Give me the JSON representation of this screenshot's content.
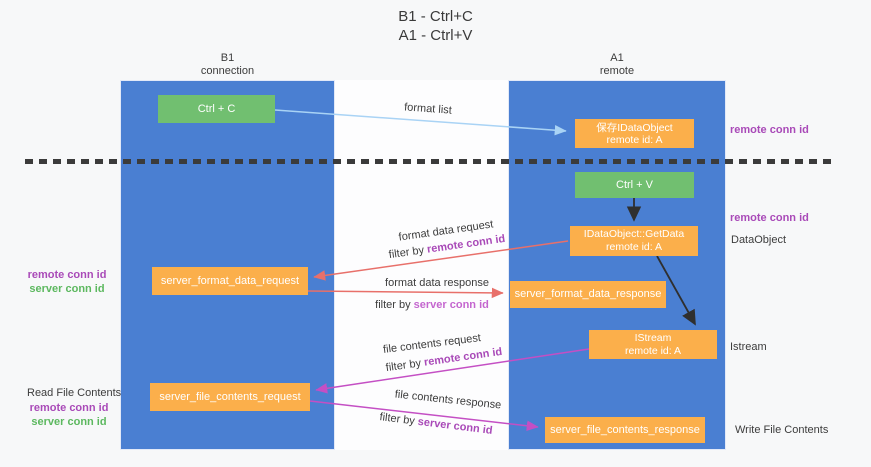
{
  "title": {
    "line1": "B1 - Ctrl+C",
    "line2": "A1 - Ctrl+V"
  },
  "lanes": {
    "b1": {
      "name": "B1",
      "subtitle": "connection"
    },
    "a1": {
      "name": "A1",
      "subtitle": "remote"
    }
  },
  "nodes": {
    "ctrl_c": "Ctrl + C",
    "ctrl_v": "Ctrl + V",
    "save_idataobject": {
      "line1": "保存IDataObject",
      "line2": "remote id: A"
    },
    "getdata": {
      "line1": "IDataObject::GetData",
      "line2": "remote id: A"
    },
    "istream": {
      "line1": "IStream",
      "line2": "remote id: A"
    },
    "server_format_data_request": "server_format_data_request",
    "server_format_data_response": "server_format_data_response",
    "server_file_contents_request": "server_file_contents_request",
    "server_file_contents_response": "server_file_contents_response"
  },
  "side_labels": {
    "remote_conn_id": "remote conn id",
    "server_conn_id": "server conn id",
    "dataobject": "DataObject",
    "istream": "Istream",
    "read_file_contents": "Read File Contents",
    "write_file_contents": "Write File Contents"
  },
  "arrow_labels": {
    "format_list": "format list",
    "format_data_request": "format data request",
    "format_data_response": "format data response",
    "file_contents_request": "file contents request",
    "file_contents_response": "file contents response",
    "filter_by": "filter by "
  },
  "colors": {
    "lane_blue": "#4a7fd2",
    "node_green": "#71bf70",
    "node_orange": "#fbaf4b",
    "arrow_blue": "#a9d3f5",
    "arrow_red": "#e8706a",
    "arrow_magenta": "#c44fc4",
    "arrow_black": "#2f2f2f",
    "text_purple": "#a94ab8",
    "text_green": "#5cb85f"
  }
}
